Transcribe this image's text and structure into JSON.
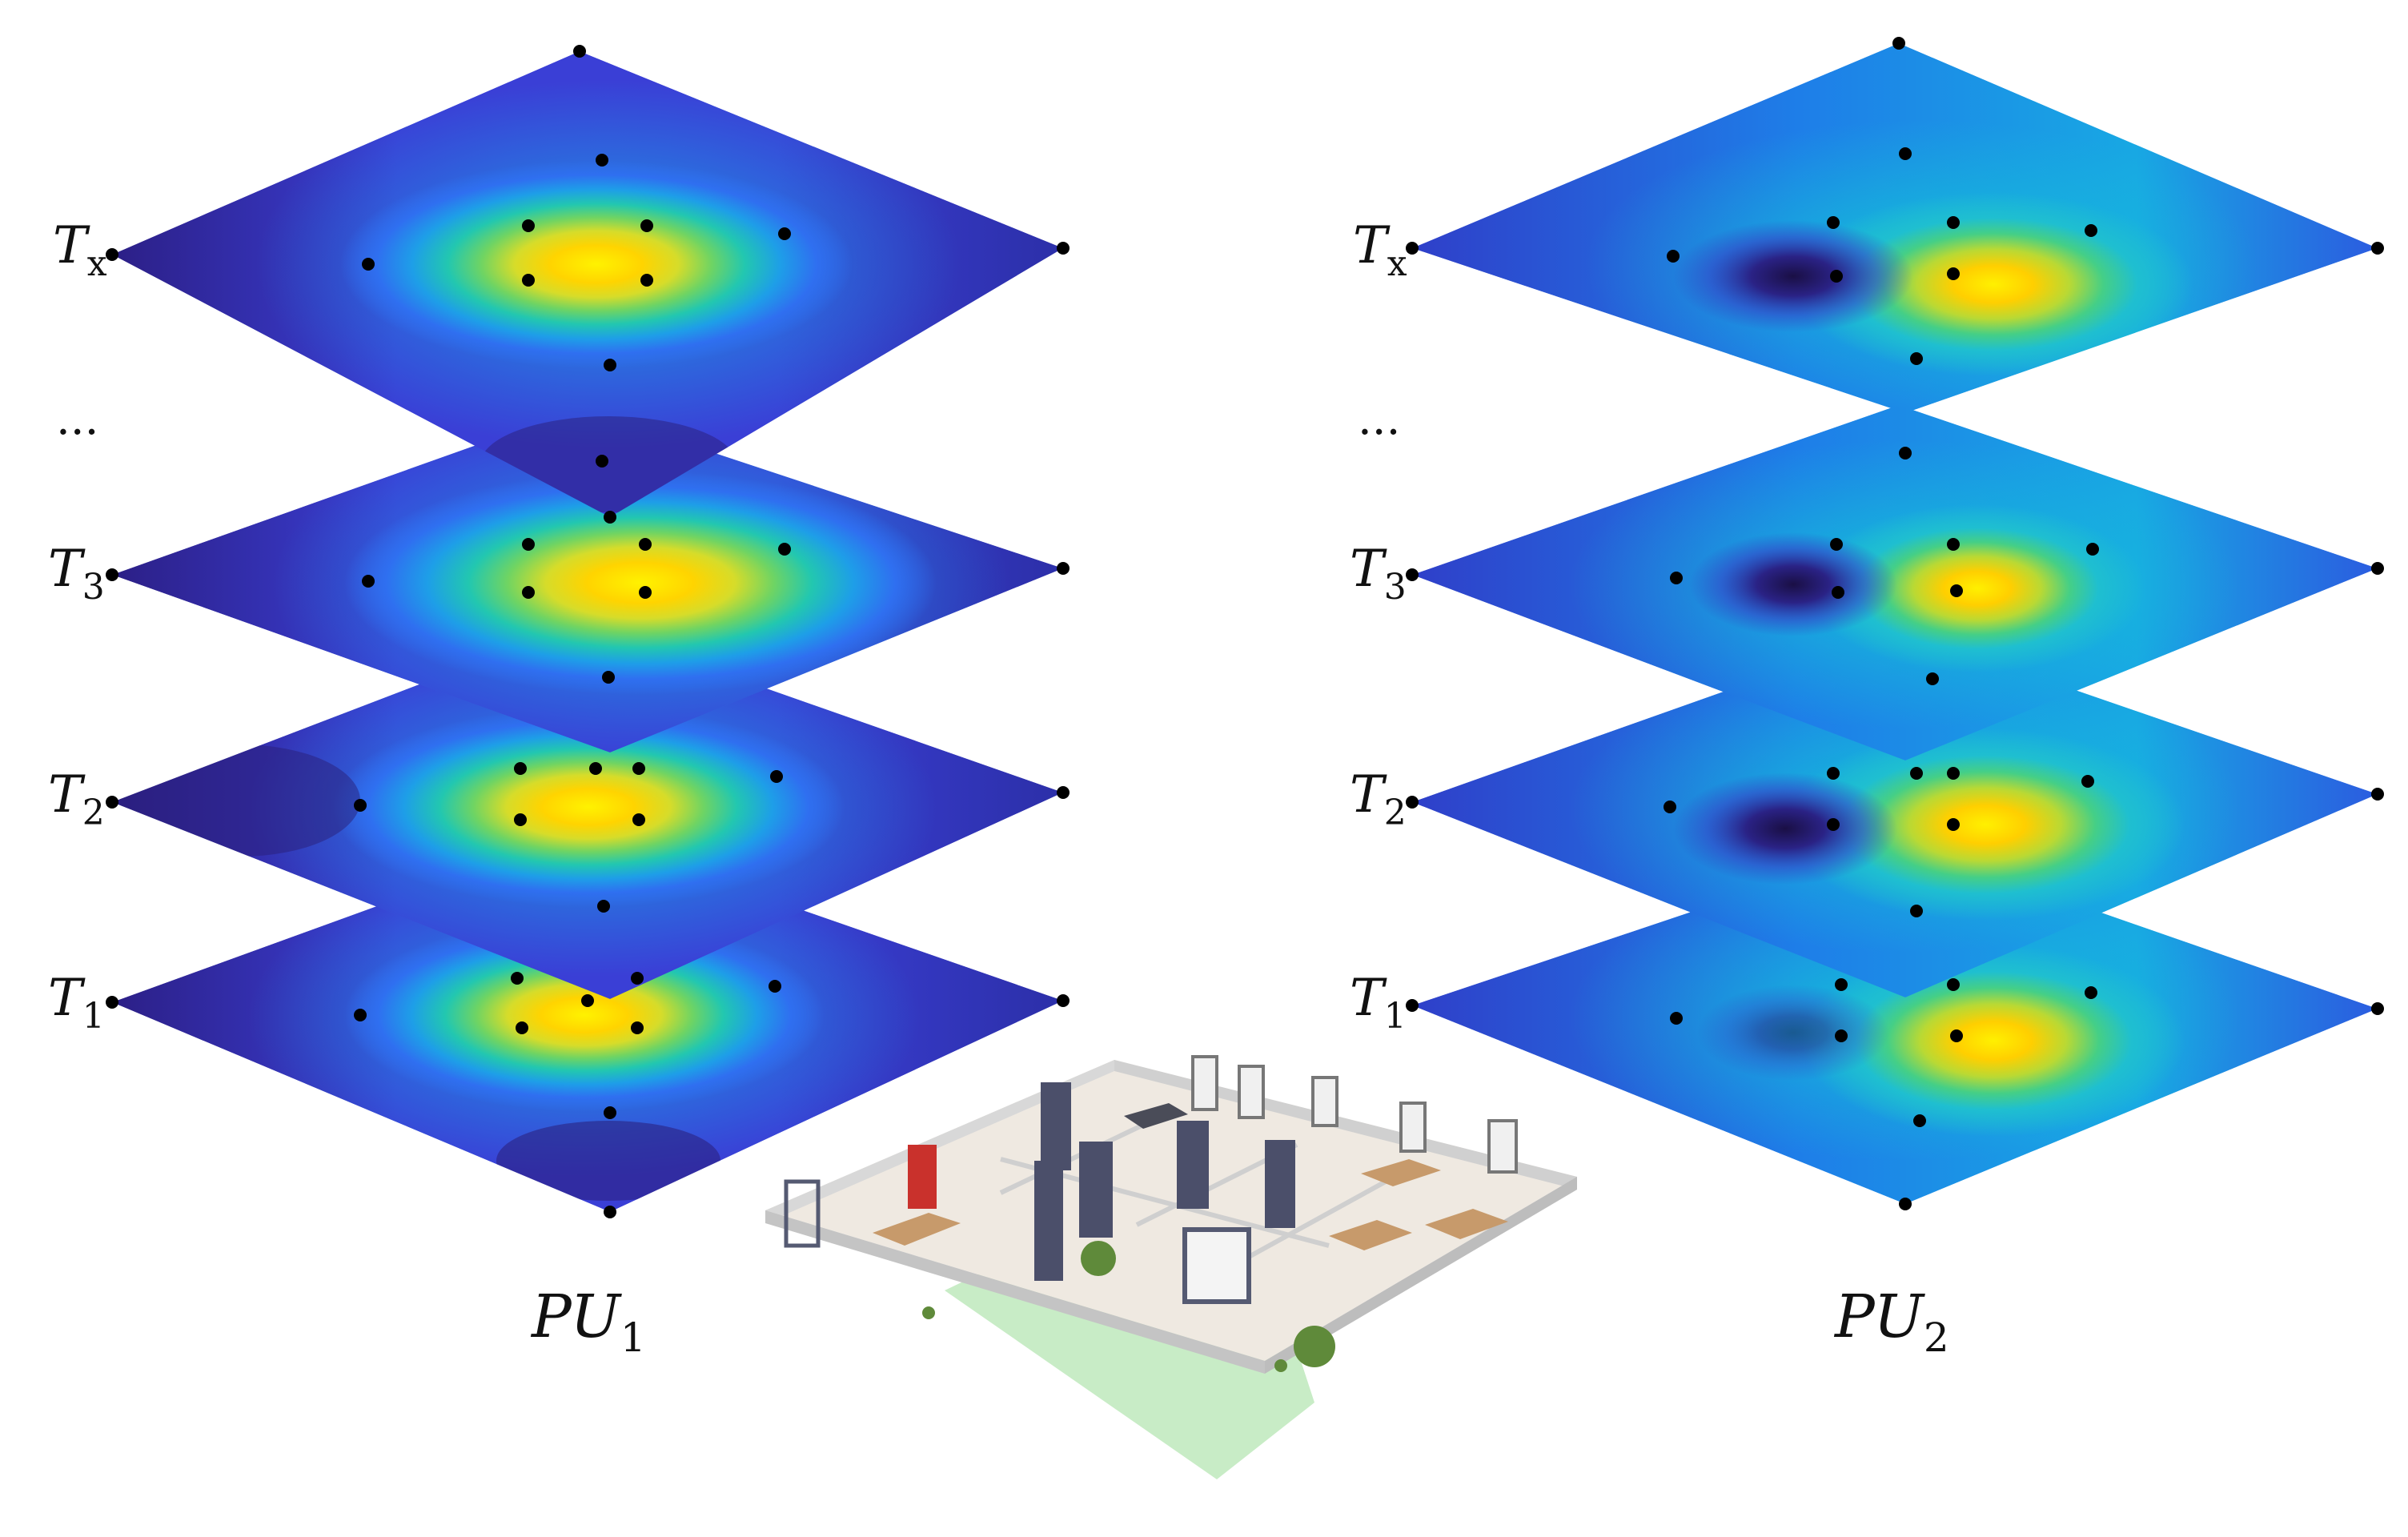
{
  "stacks": [
    {
      "id": "pu1",
      "label_main": "PU",
      "label_sub": "1",
      "layers": [
        {
          "label_main": "T",
          "label_sub": "x"
        },
        {
          "label_main": "T",
          "label_sub": "3"
        },
        {
          "label_main": "T",
          "label_sub": "2"
        },
        {
          "label_main": "T",
          "label_sub": "1"
        }
      ],
      "ellipsis": "..."
    },
    {
      "id": "pu2",
      "label_main": "PU",
      "label_sub": "2",
      "layers": [
        {
          "label_main": "T",
          "label_sub": "x"
        },
        {
          "label_main": "T",
          "label_sub": "3"
        },
        {
          "label_main": "T",
          "label_sub": "2"
        },
        {
          "label_main": "T",
          "label_sub": "1"
        }
      ],
      "ellipsis": "..."
    }
  ],
  "colormap": [
    "#2a1f7a",
    "#3a3dd8",
    "#2a7ff0",
    "#1cc4d8",
    "#35d28a",
    "#b8d832",
    "#ffd000",
    "#fff200"
  ],
  "floorplan_icon": "3d-office-floorplan"
}
